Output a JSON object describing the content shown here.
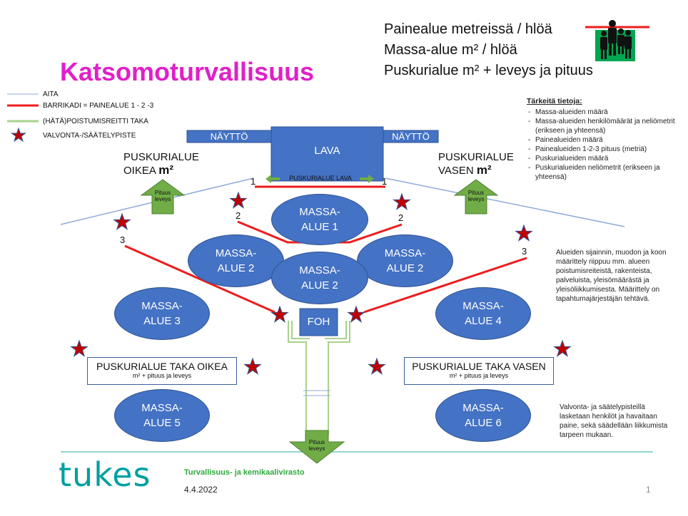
{
  "title": "Katsomoturvallisuus",
  "top_lines": [
    "Painealue metreissä / hlöä",
    "Massa-alue m² / hlöä",
    "Puskurialue m² + leveys ja pituus"
  ],
  "legend": {
    "fence": "AITA",
    "barricade": "BARRIKADI = PAINEALUE 1 - 2 -3",
    "exit": "(HÄTÄ)POISTUMISREITTI TAKA",
    "control": "VALVONTA-/SÄÄTELYPISTE"
  },
  "info": {
    "title": "Tärkeitä tietoja:",
    "items": [
      "Massa-alueiden määrä",
      "Massa-alueiden henkilömäärät ja neliömetrit (erikseen ja yhteensä)",
      "Painealueiden määrä",
      "Painealueiden 1-2-3 pituus (metriä)",
      "Puskurialueiden määrä",
      "Puskurialueiden neliömetrit (erikseen ja yhteensä)"
    ]
  },
  "note_right": "Alueiden sijainnin, muodon ja koon määrittely riippuu mm. alueen poistumisreiteistä, rakenteista, palveluista, yleisömäärästä ja yleisöliikkumisesta. Määrittely on tapahtumajärjestäjän tehtävä.",
  "note_bottom": "Valvonta- ja säätelypisteillä lasketaan henkilöt ja havaitaan paine, sekä säädellään liikkumista tarpeen mukaan.",
  "stage": {
    "screen_left": "NÄYTTÖ",
    "screen_right": "NÄYTTÖ",
    "stage": "LAVA",
    "stage_buffer": "PUSKURIALUE LAVA",
    "foh": "FOH"
  },
  "side_buffers": {
    "left_line1": "PUSKURIALUE",
    "left_line2": "OIKEA",
    "right_line1": "PUSKURIALUE",
    "right_line2": "VASEN",
    "unit": "m²"
  },
  "arrow_label_line1": "Pituus",
  "arrow_label_line2": "leveys",
  "mass_areas": {
    "a1": [
      "MASSA-",
      "ALUE 1"
    ],
    "a2l": [
      "MASSA-",
      "ALUE 2"
    ],
    "a2c": [
      "MASSA-",
      "ALUE 2"
    ],
    "a2r": [
      "MASSA-",
      "ALUE 2"
    ],
    "a3": [
      "MASSA-",
      "ALUE 3"
    ],
    "a4": [
      "MASSA-",
      "ALUE 4"
    ],
    "a5": [
      "MASSA-",
      "ALUE 5"
    ],
    "a6": [
      "MASSA-",
      "ALUE 6"
    ]
  },
  "back_buffers": {
    "left_title": "PUSKURIALUE TAKA OIKEA",
    "right_title": "PUSKURIALUE TAKA VASEN",
    "sub": "m² + pituus ja leveys"
  },
  "pressure_numbers": {
    "one": "1",
    "two": "2",
    "three": "3"
  },
  "footer": {
    "logo": "tukes",
    "agency": "Turvallisuus- ja kemikaalivirasto",
    "date": "4.4.2022",
    "page": "1"
  },
  "colors": {
    "title": "#e020c8",
    "barricade": "#ee1c1c",
    "fence": "#8faadc",
    "exit": "#a9d18e",
    "mass": "#4472c4",
    "arrow": "#70ad47",
    "star": "#c00000"
  },
  "icons": [
    "people-group-icon",
    "star-icon",
    "arrow-up-icon",
    "arrow-down-icon",
    "double-arrow-icon"
  ]
}
